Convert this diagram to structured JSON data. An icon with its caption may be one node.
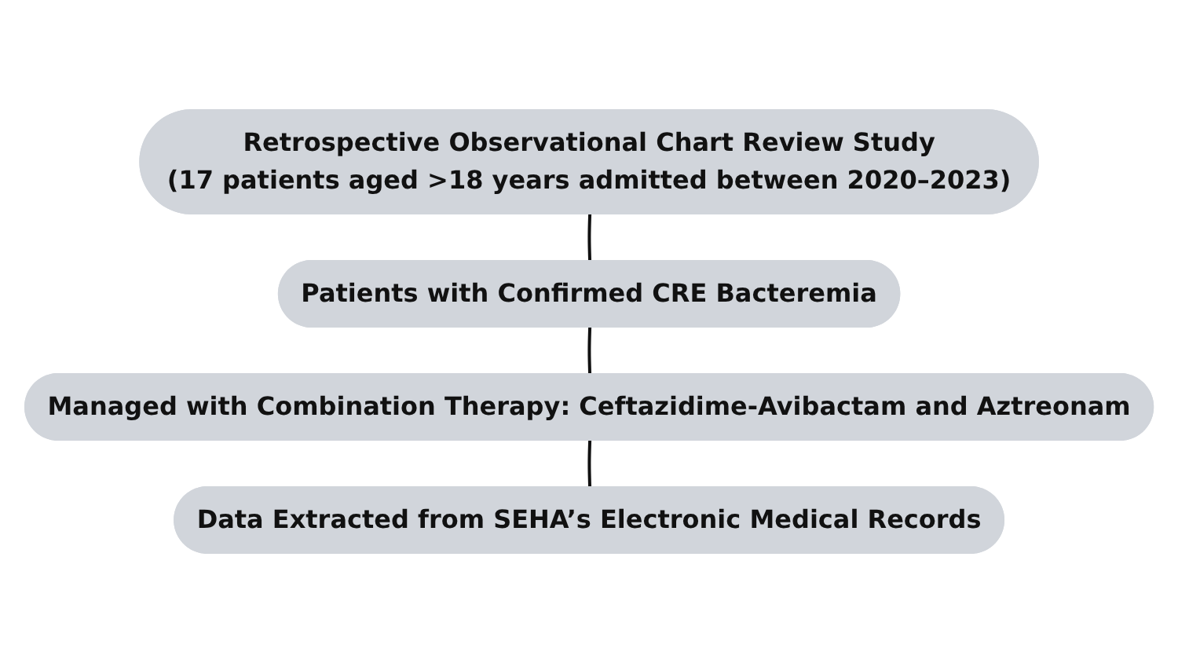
{
  "diagram": {
    "nodes": [
      {
        "text": [
          "Retrospective Observational Chart Review Study",
          "(17 patients aged >18 years admitted between 2020–2023)"
        ]
      },
      {
        "text": [
          "Patients with Confirmed CRE Bacteremia"
        ]
      },
      {
        "text": [
          "Managed with Combination Therapy: Ceftazidime-Avibactam and Aztreonam"
        ]
      },
      {
        "text": [
          "Data Extracted from SEHA’s Electronic Medical Records"
        ]
      }
    ],
    "edges": [
      {
        "from": 0,
        "to": 1,
        "arrow": "none"
      },
      {
        "from": 1,
        "to": 2,
        "arrow": "none"
      },
      {
        "from": 2,
        "to": 3,
        "arrow": "none"
      }
    ]
  }
}
